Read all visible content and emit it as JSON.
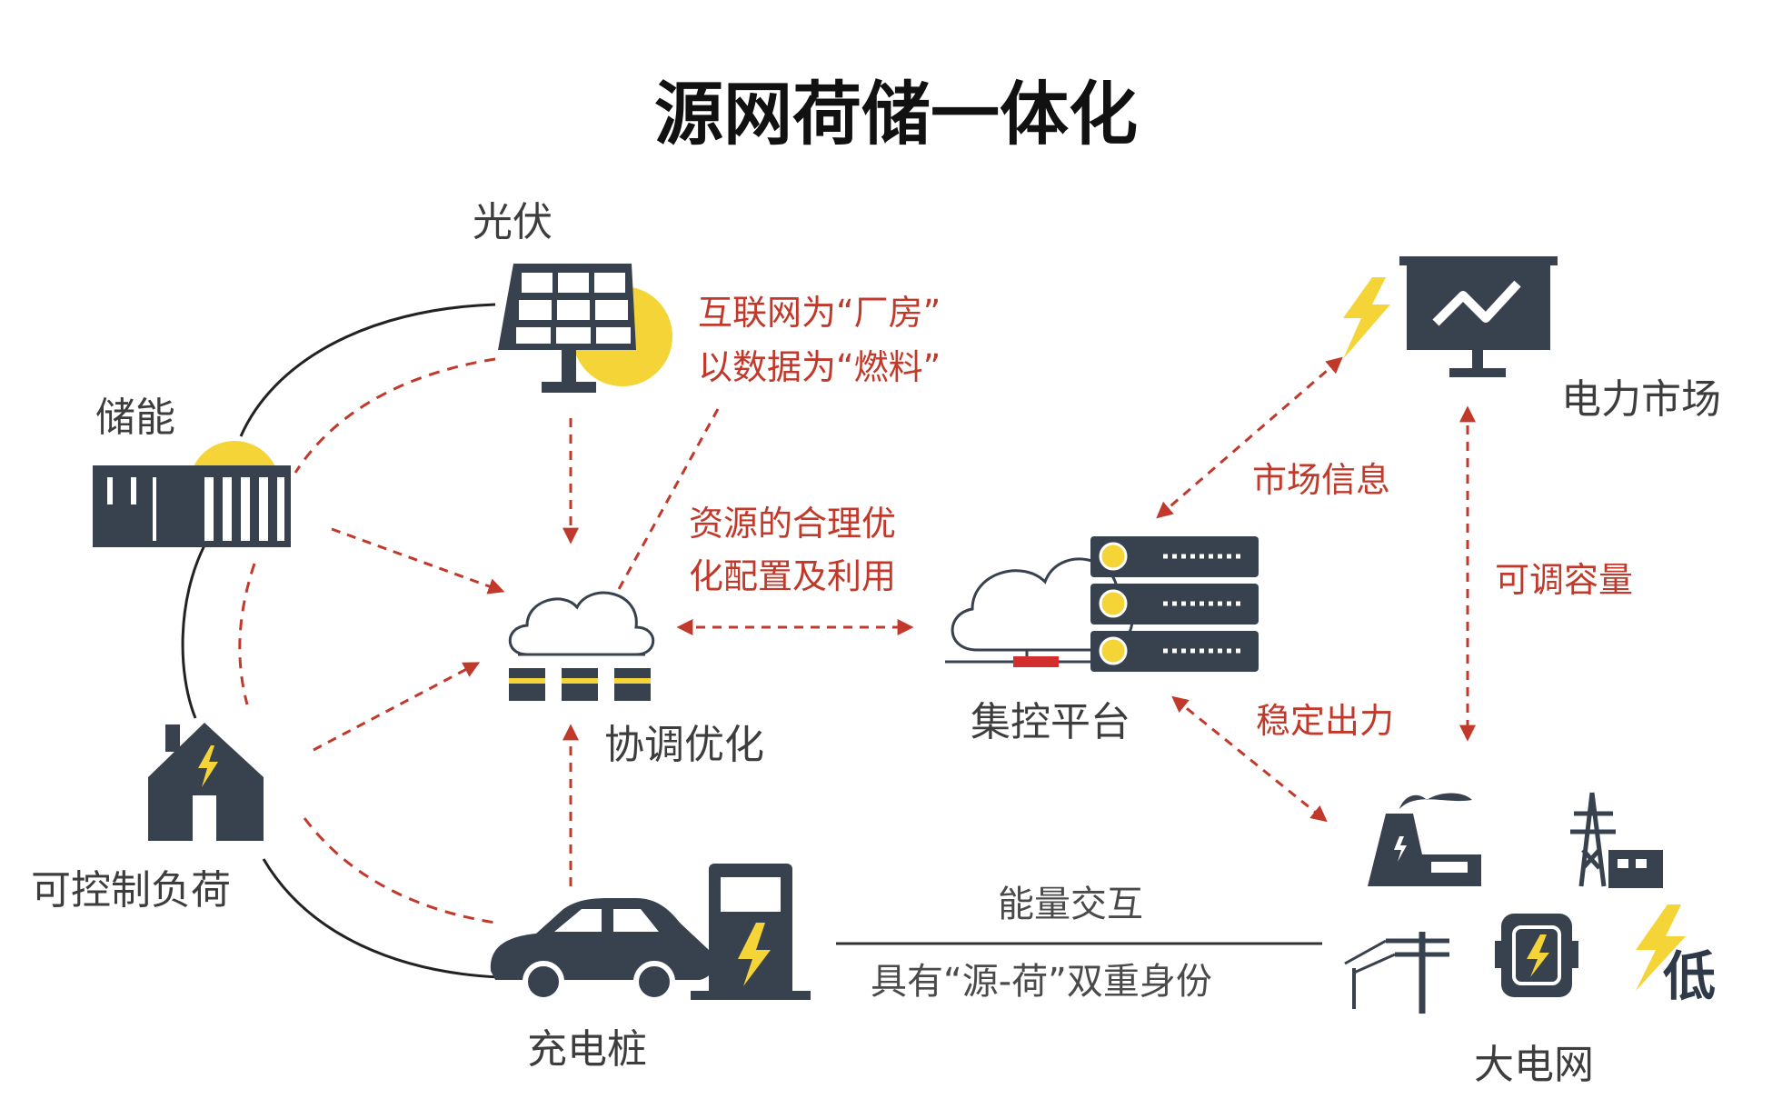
{
  "title": "源网荷储一体化",
  "nodes": {
    "solar": "光伏",
    "storage": "储能",
    "load": "可控制负荷",
    "charger": "充电桩",
    "coord": "协调优化",
    "platform": "集控平台",
    "market": "电力市场",
    "grid": "大电网"
  },
  "notes": {
    "internet_line1": "互联网为“厂房”",
    "internet_line2": "以数据为“燃料”",
    "resource_line1": "资源的合理优",
    "resource_line2": "化配置及利用",
    "market_info": "市场信息",
    "adjustable": "可调容量",
    "stable": "稳定出力",
    "energy": "能量交互",
    "dual": "具有“源-荷”双重身份",
    "low": "低"
  },
  "colors": {
    "icon": "#38424f",
    "accent": "#f5d437",
    "arrow": "#c0392b",
    "title": "#111111",
    "text": "#3d3d3d"
  }
}
